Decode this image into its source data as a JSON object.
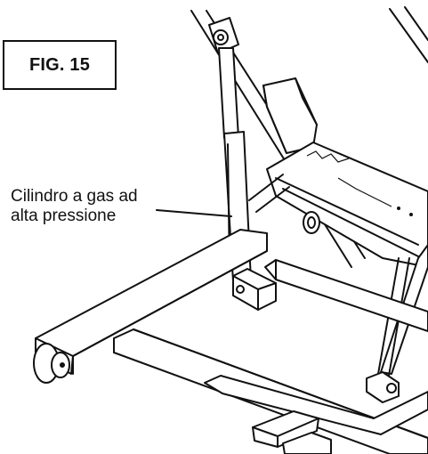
{
  "figure": {
    "label": "FIG. 15"
  },
  "callout": {
    "line1": "Cilindro a gas ad",
    "line2": "alta pressione"
  }
}
